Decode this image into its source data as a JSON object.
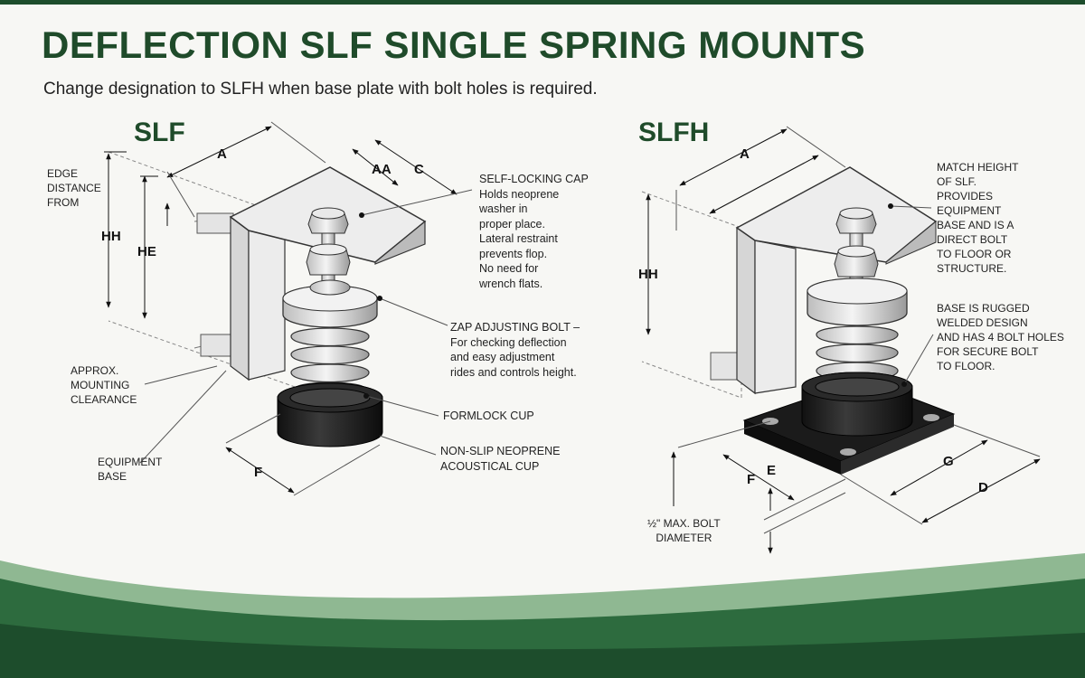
{
  "title": "DEFLECTION SLF SINGLE SPRING MOUNTS",
  "subtitle": "Change designation to SLFH when base plate with bolt holes is required.",
  "slf": {
    "model": "SLF",
    "edge_distance": [
      "EDGE",
      "DISTANCE",
      "FROM"
    ],
    "approx_clearance": [
      "APPROX.",
      "MOUNTING",
      "CLEARANCE"
    ],
    "equipment_base": [
      "EQUIPMENT",
      "BASE"
    ],
    "dims": {
      "A": "A",
      "AA": "AA",
      "C": "C",
      "HH": "HH",
      "HE": "HE",
      "F": "F"
    },
    "callouts": {
      "cap_head": "SELF-LOCKING CAP",
      "cap_body": [
        "Holds neoprene",
        "washer in",
        "proper place.",
        "Lateral restraint",
        "prevents flop.",
        "No need for",
        "wrench flats."
      ],
      "zap_head": "ZAP ADJUSTING BOLT –",
      "zap_body": [
        "For checking deflection",
        "and easy adjustment",
        "rides and controls height."
      ],
      "formlock": "FORMLOCK CUP",
      "neoprene": [
        "NON-SLIP NEOPRENE",
        "ACOUSTICAL CUP"
      ]
    }
  },
  "slfh": {
    "model": "SLFH",
    "match_height": [
      "MATCH HEIGHT",
      "OF SLF.",
      "PROVIDES",
      "EQUIPMENT",
      "BASE AND IS A",
      "DIRECT BOLT",
      "TO FLOOR OR",
      "STRUCTURE."
    ],
    "base_rugged": [
      "BASE IS RUGGED",
      "WELDED DESIGN",
      "AND HAS 4 BOLT HOLES",
      "FOR SECURE BOLT",
      "TO FLOOR."
    ],
    "bolt_diameter": [
      "½\" MAX. BOLT",
      "DIAMETER"
    ],
    "dims": {
      "A": "A",
      "HH": "HH",
      "F": "F",
      "E": "E",
      "G": "G",
      "D": "D"
    }
  },
  "colors": {
    "brand_green": "#1f4b2a",
    "band_green": "#2d6b3e",
    "band_light": "#8fb892"
  }
}
